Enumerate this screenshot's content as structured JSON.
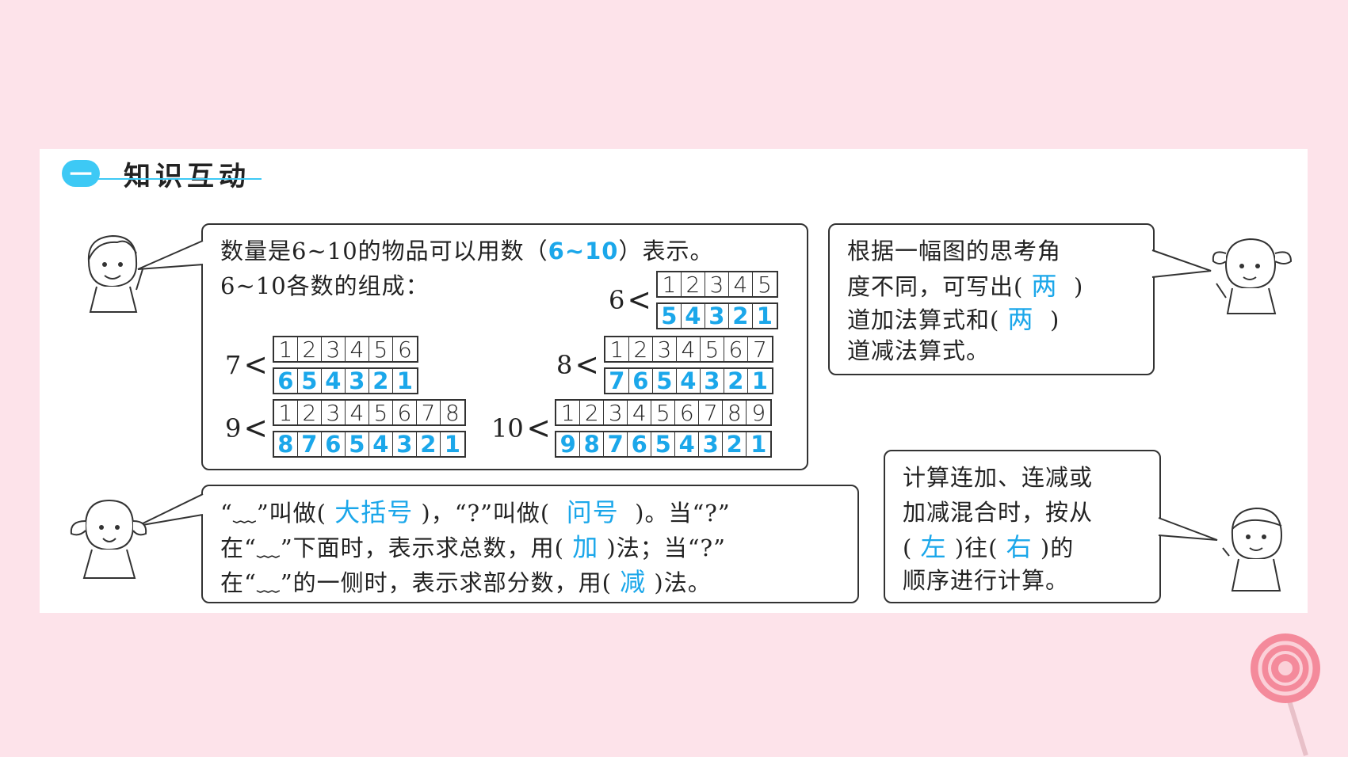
{
  "section": {
    "number": "一",
    "title": "知识互动"
  },
  "bubble1": {
    "line1_prefix": "数量是6~10的物品可以用数（",
    "line1_answer": "6~10",
    "line1_suffix": "）表示。",
    "line2": "6~10各数的组成：",
    "compositions": [
      {
        "number": "6",
        "top": [
          "1",
          "2",
          "3",
          "4",
          "5"
        ],
        "bottom": [
          "5",
          "4",
          "3",
          "2",
          "1"
        ]
      },
      {
        "number": "7",
        "top": [
          "1",
          "2",
          "3",
          "4",
          "5",
          "6"
        ],
        "bottom": [
          "6",
          "5",
          "4",
          "3",
          "2",
          "1"
        ]
      },
      {
        "number": "8",
        "top": [
          "1",
          "2",
          "3",
          "4",
          "5",
          "6",
          "7"
        ],
        "bottom": [
          "7",
          "6",
          "5",
          "4",
          "3",
          "2",
          "1"
        ]
      },
      {
        "number": "9",
        "top": [
          "1",
          "2",
          "3",
          "4",
          "5",
          "6",
          "7",
          "8"
        ],
        "bottom": [
          "8",
          "7",
          "6",
          "5",
          "4",
          "3",
          "2",
          "1"
        ]
      },
      {
        "number": "10",
        "top": [
          "1",
          "2",
          "3",
          "4",
          "5",
          "6",
          "7",
          "8",
          "9"
        ],
        "bottom": [
          "9",
          "8",
          "7",
          "6",
          "5",
          "4",
          "3",
          "2",
          "1"
        ]
      }
    ],
    "lt": "<"
  },
  "bubble2": {
    "l1a": "根据一幅图的思考角",
    "l2a": "度不同，可写出(",
    "l2ans": "两",
    "l2b": ")",
    "l3a": "道加法算式和(",
    "l3ans": "两",
    "l3b": ")",
    "l4a": "道减法算式。"
  },
  "bubble3": {
    "l1a": "“﹏”叫做(",
    "l1ans1": "大括号",
    "l1b": ")，“?”叫做(",
    "l1ans2": "问号",
    "l1c": ")。当“?”",
    "l2a": "在“﹏”下面时，表示求总数，用(",
    "l2ans": "加",
    "l2b": ")法；当“?”",
    "l3a": "在“﹏”的一侧时，表示求部分数，用(",
    "l3ans": "减",
    "l3b": ")法。"
  },
  "bubble4": {
    "l1a": "计算连加、连减或",
    "l2a": "加减混合时，按从",
    "l3a": "(",
    "l3ans1": "左",
    "l3b": ")往(",
    "l3ans2": "右",
    "l3c": ")的",
    "l4a": "顺序进行计算。"
  },
  "colors": {
    "background": "#fde3ea",
    "accent": "#1ba7ea",
    "section_badge": "#3dc9f5"
  },
  "icons": {
    "boy1": "boy-pointing-icon",
    "girl1": "girl-pigtails-icon",
    "girl2": "girl-waving-icon",
    "boy2": "boy-thinking-icon",
    "candy": "lollipop-icon"
  }
}
